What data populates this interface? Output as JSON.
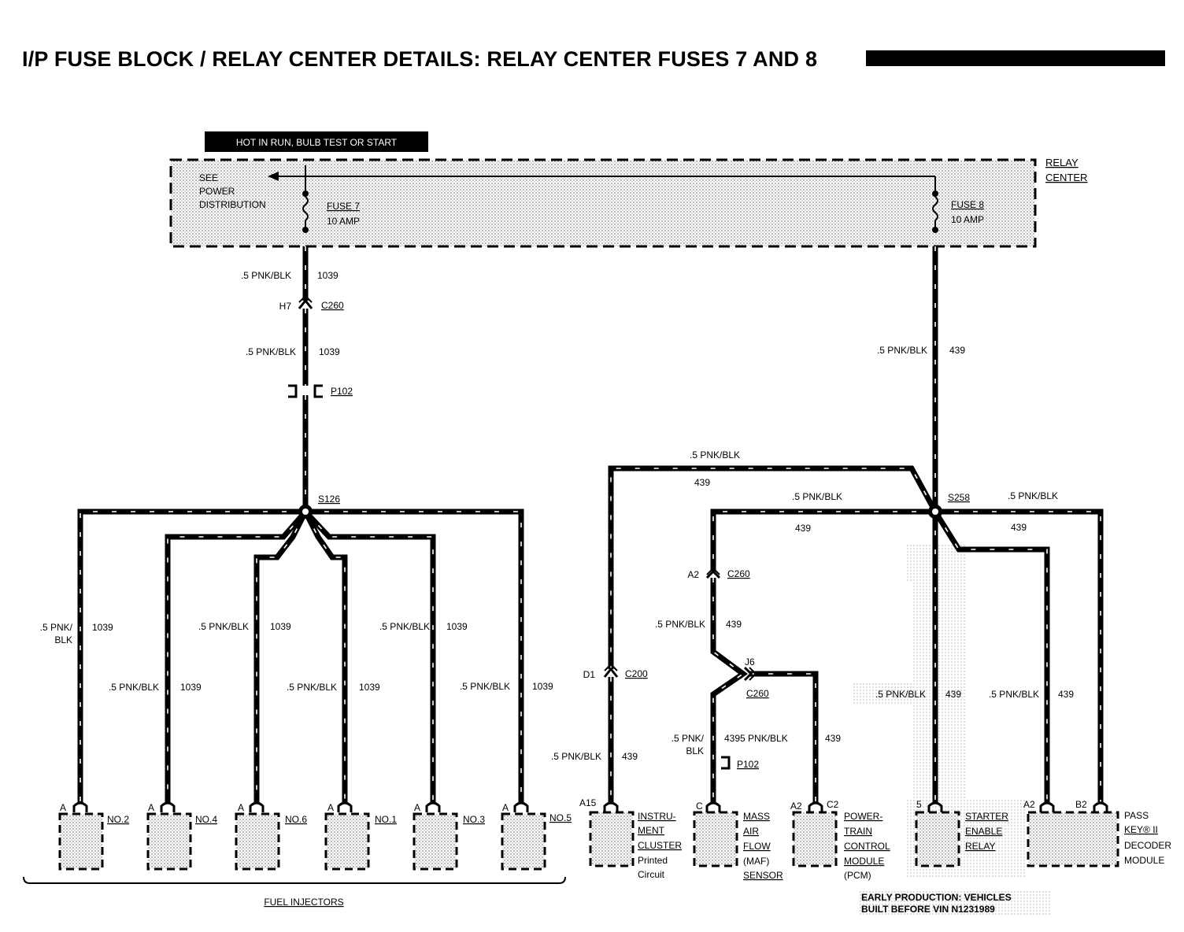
{
  "title": "I/P FUSE BLOCK / RELAY CENTER DETAILS: RELAY CENTER FUSES 7 AND 8",
  "hot_label": "HOT IN RUN, BULB TEST OR START",
  "relay_center": {
    "line1": "RELAY",
    "line2": "CENTER"
  },
  "see_power": {
    "line1": "SEE",
    "line2": "POWER",
    "line3": "DISTRIBUTION"
  },
  "fuse7": {
    "name": "FUSE 7",
    "rating": "10 AMP"
  },
  "fuse8": {
    "name": "FUSE 8",
    "rating": "10 AMP"
  },
  "wire_label": ".5 PNK/BLK",
  "wire_label_split": {
    "line1": ".5 PNK/",
    "line2": "BLK"
  },
  "circuit_1039": "1039",
  "circuit_439": "439",
  "circuit_4395": "4395 PNK/BLK",
  "connectors": {
    "h7": "H7",
    "c260": "C260",
    "p102": "P102",
    "s126": "S126",
    "s258": "S258",
    "a2": "A2",
    "d1": "D1",
    "c200": "C200",
    "j6": "J6",
    "a15": "A15",
    "c": "C",
    "c2": "C2",
    "pin5": "5",
    "b2": "B2",
    "a": "A"
  },
  "injectors": [
    "NO.2",
    "NO.4",
    "NO.6",
    "NO.1",
    "NO.3",
    "NO.5"
  ],
  "fuel_injectors": "FUEL INJECTORS",
  "components": {
    "cluster": {
      "line1": "INSTRU-",
      "line2": "MENT",
      "line3": "CLUSTER",
      "line4": "Printed",
      "line5": "Circuit"
    },
    "maf": {
      "line1": "MASS",
      "line2": "AIR",
      "line3": "FLOW",
      "line4": "(MAF)",
      "line5": "SENSOR"
    },
    "pcm": {
      "line1": "POWER-",
      "line2": "TRAIN",
      "line3": "CONTROL",
      "line4": "MODULE",
      "line5": "(PCM)"
    },
    "starter": {
      "line1": "STARTER",
      "line2": "ENABLE",
      "line3": "RELAY"
    },
    "passkey": {
      "line1": "PASS",
      "line2": "KEY® II",
      "line3": "DECODER",
      "line4": "MODULE"
    }
  },
  "early_note": {
    "line1": "EARLY PRODUCTION: VEHICLES",
    "line2": "BUILT BEFORE VIN N1231989"
  }
}
